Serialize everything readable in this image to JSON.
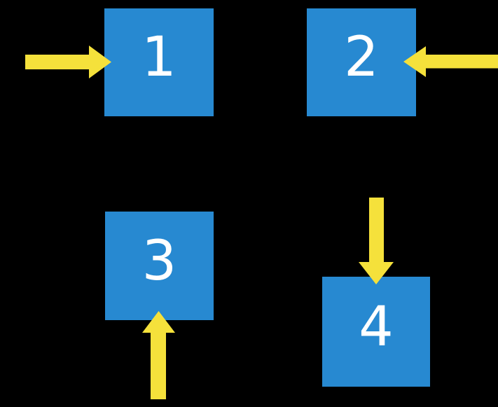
{
  "diagram": {
    "description": "Four numbered squares, each indicated by a block arrow",
    "colors": {
      "background": "#000000",
      "square": "#2789d1",
      "arrow": "#f5e13b",
      "label": "#ffffff"
    },
    "squares": [
      {
        "label": "1",
        "arrow_direction": "right",
        "arrow_enters": "left side"
      },
      {
        "label": "2",
        "arrow_direction": "left",
        "arrow_enters": "right side"
      },
      {
        "label": "3",
        "arrow_direction": "up",
        "arrow_enters": "bottom side"
      },
      {
        "label": "4",
        "arrow_direction": "down",
        "arrow_enters": "top side"
      }
    ]
  }
}
